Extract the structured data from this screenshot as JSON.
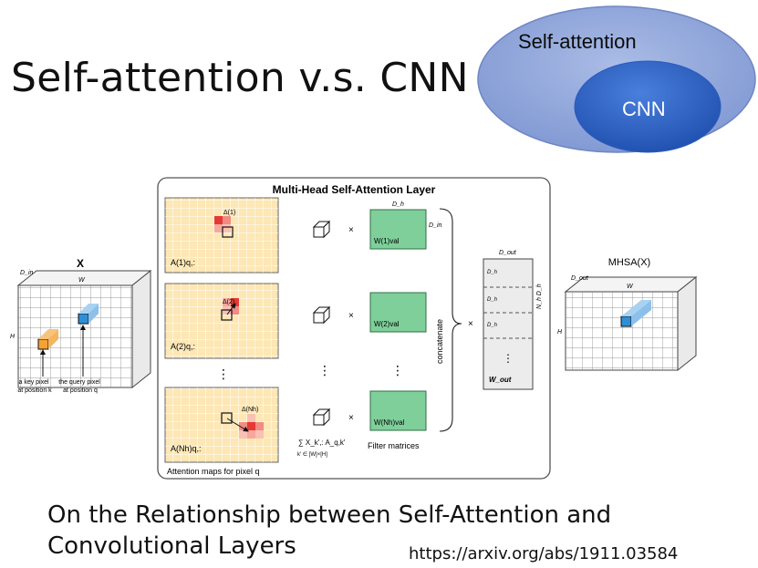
{
  "slide": {
    "title": "Self-attention v.s. CNN",
    "caption_line1": "On the Relationship between Self-Attention and",
    "caption_line2": "Convolutional Layers",
    "link": "https://arxiv.org/abs/1911.03584"
  },
  "venn": {
    "outer_label": "Self-attention",
    "inner_label": "CNN",
    "colors": {
      "outer": "#90a9dd",
      "inner": "#2f63c6"
    }
  },
  "figure": {
    "layer_title": "Multi-Head Self-Attention Layer",
    "input_label": "X",
    "input_dims": {
      "depth": "D_in",
      "width": "W",
      "height": "H"
    },
    "key_pixel_note": [
      "a key pixel",
      "at position k"
    ],
    "query_pixel_note": [
      "the query pixel",
      "at position q"
    ],
    "attention_maps": [
      {
        "label": "A(1)q,:",
        "delta": "Δ(1)"
      },
      {
        "label": "A(2)q,:",
        "delta": "Δ(2)"
      },
      {
        "label": "A(Nh)q,:",
        "delta": "Δ(Nh)"
      }
    ],
    "attention_caption": "Attention maps for pixel q",
    "sum_expr": "∑ X_k',: A_q,k'",
    "sum_subscript": "k' ∈ [W]×[H]",
    "times": "×",
    "filters": [
      {
        "label": "W(1)val"
      },
      {
        "label": "W(2)val"
      },
      {
        "label": "W(Nh)val"
      }
    ],
    "filter_dims": {
      "top": "D_h",
      "side": "D_in"
    },
    "filter_caption": "Filter matrices",
    "concat_label": "concatenate",
    "out_matrix": {
      "top": "D_out",
      "side": "N_h D_h",
      "rows": [
        "D_h",
        "D_h",
        "D_h"
      ],
      "bottom": "W_out"
    },
    "output_label": "MHSA(X)",
    "output_dims": {
      "depth": "D_out",
      "width": "W",
      "height": "H"
    },
    "colors": {
      "map_bg": "#fde7b5",
      "attention": "#e53935",
      "filter": "#7fcf9a",
      "query": "#2f8fd6",
      "key": "#f4a236"
    }
  }
}
